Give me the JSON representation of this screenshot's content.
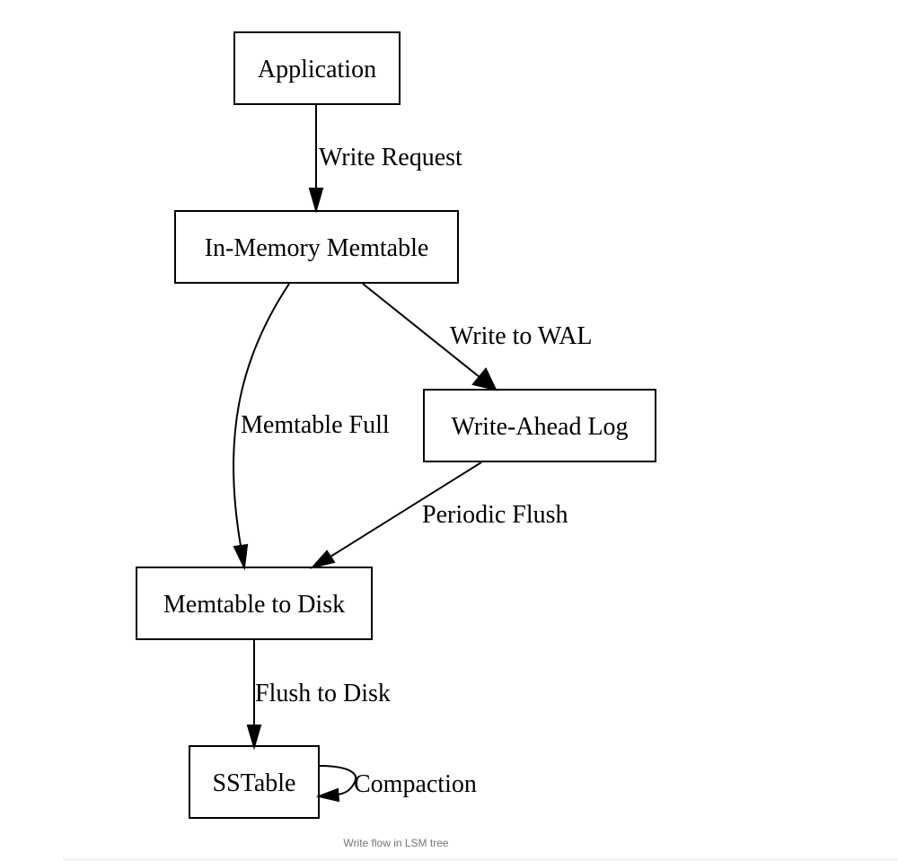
{
  "diagram": {
    "nodes": {
      "application": "Application",
      "memtable": "In-Memory Memtable",
      "wal": "Write-Ahead Log",
      "memtable_to_disk": "Memtable to Disk",
      "sstable": "SSTable"
    },
    "edges": {
      "write_request": "Write Request",
      "write_to_wal": "Write to WAL",
      "memtable_full": "Memtable Full",
      "periodic_flush": "Periodic Flush",
      "flush_to_disk": "Flush to Disk",
      "compaction": "Compaction"
    }
  },
  "caption": "Write flow in LSM tree"
}
